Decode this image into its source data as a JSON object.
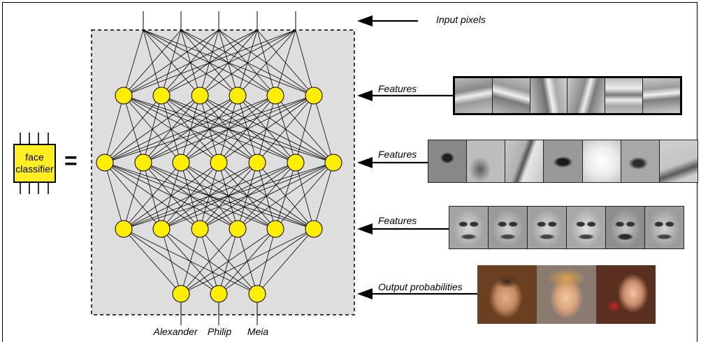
{
  "chip": {
    "line1": "face",
    "line2": "classifier"
  },
  "equals": "=",
  "annotations": {
    "input": "Input pixels",
    "features1": "Features",
    "features2": "Features",
    "features3": "Features",
    "output": "Output probabilities"
  },
  "outputs": [
    "Alexander",
    "Philip",
    "Meia"
  ],
  "network": {
    "layer_sizes": [
      5,
      6,
      7,
      6,
      3
    ],
    "node_color": "#ffee00",
    "panel_color": "#dedede"
  },
  "feature_strips": {
    "edges_count": 6,
    "parts_count": 7,
    "faces_count": 6,
    "photos_count": 3
  }
}
